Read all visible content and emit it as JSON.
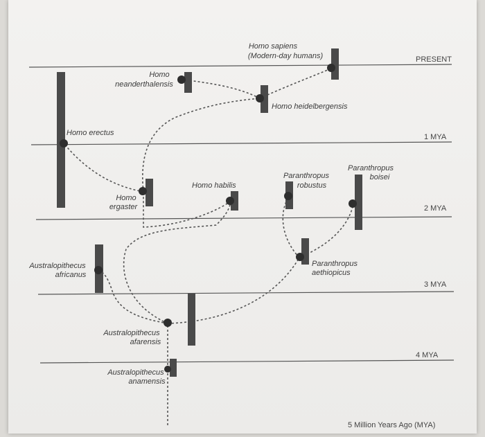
{
  "time_labels": {
    "present": "PRESENT",
    "mya1": "1 MYA",
    "mya2": "2 MYA",
    "mya3": "3 MYA",
    "mya4": "4 MYA",
    "mya5": "5 Million Years Ago (MYA)"
  },
  "species": {
    "sapiens_1": "Homo sapiens",
    "sapiens_2": "(Modern-day humans)",
    "neander_1": "Homo",
    "neander_2": "neanderthalensis",
    "heidel": "Homo heidelbergensis",
    "erectus": "Homo erectus",
    "ergaster_1": "Homo",
    "ergaster_2": "ergaster",
    "habilis": "Homo habilis",
    "robustus_1": "Paranthropus",
    "robustus_2": "robustus",
    "boisei_1": "Paranthropus",
    "boisei_2": "boisei",
    "aethiopicus_1": "Paranthropus",
    "aethiopicus_2": "aethiopicus",
    "africanus_1": "Australopithecus",
    "africanus_2": "africanus",
    "afarensis_1": "Australopithecus",
    "afarensis_2": "afarensis",
    "anamensis_1": "Australopithecus",
    "anamensis_2": "anamensis"
  },
  "colors": {
    "bar": "#4a4a4a",
    "line": "#555555",
    "text": "#3b3b3b"
  }
}
